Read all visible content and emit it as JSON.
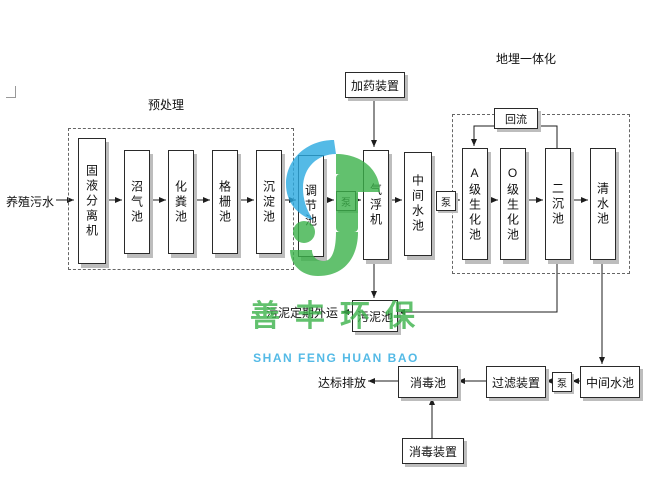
{
  "diagram": {
    "influent_label": "养殖污水",
    "pretreatment_group": "预处理",
    "buried_group": "地埋一体化",
    "dosing_device": "加药装置",
    "reflux_label": "回流",
    "pump_label": "泵",
    "discharge_label": "达标排放",
    "disinfection_device": "消毒装置",
    "sludge_out_label": "污泥定期外运",
    "boxes": {
      "solid_liquid_separator": "固液分离机",
      "biogas_pool": "沼气池",
      "septic_pool": "化粪池",
      "grid_pool": "格栅池",
      "sedimentation_pool": "沉淀池",
      "regulating_pool": "调节池",
      "air_flotation": "气浮机",
      "middle_pool": "中间水池",
      "a_bio_pool": "A级生化池",
      "o_bio_pool": "O级生化池",
      "secondary_sedimentation_pool": "二沉池",
      "clear_water_pool": "清水池",
      "middle_pool_2": "中间水池",
      "filter_device": "过滤装置",
      "disinfection_pool": "消毒池",
      "sludge_pool": "污泥池"
    }
  },
  "watermark": {
    "brand_cn": "善丰环保",
    "brand_en": "SHAN FENG HUAN BAO",
    "green": "#3bb24a",
    "blue": "#2aaae1"
  }
}
